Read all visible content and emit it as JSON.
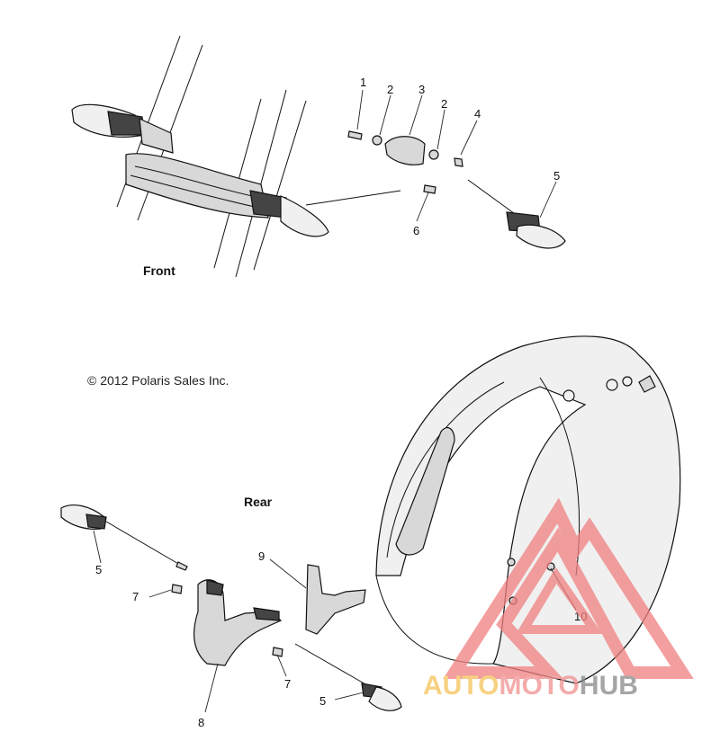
{
  "sections": {
    "front_label": "Front",
    "rear_label": "Rear"
  },
  "copyright": "© 2012 Polaris Sales Inc.",
  "callouts": [
    "1",
    "2",
    "3",
    "2",
    "4",
    "5",
    "6",
    "5",
    "7",
    "9",
    "8",
    "7",
    "5",
    "10"
  ],
  "watermark": {
    "word_auto": "AUTO",
    "word_moto": "MOTO",
    "word_hub": "HUB",
    "colors": {
      "auto": "#f5c257",
      "moto": "#ef8f8f",
      "hub": "#888888",
      "triangle": "#f08080"
    }
  }
}
